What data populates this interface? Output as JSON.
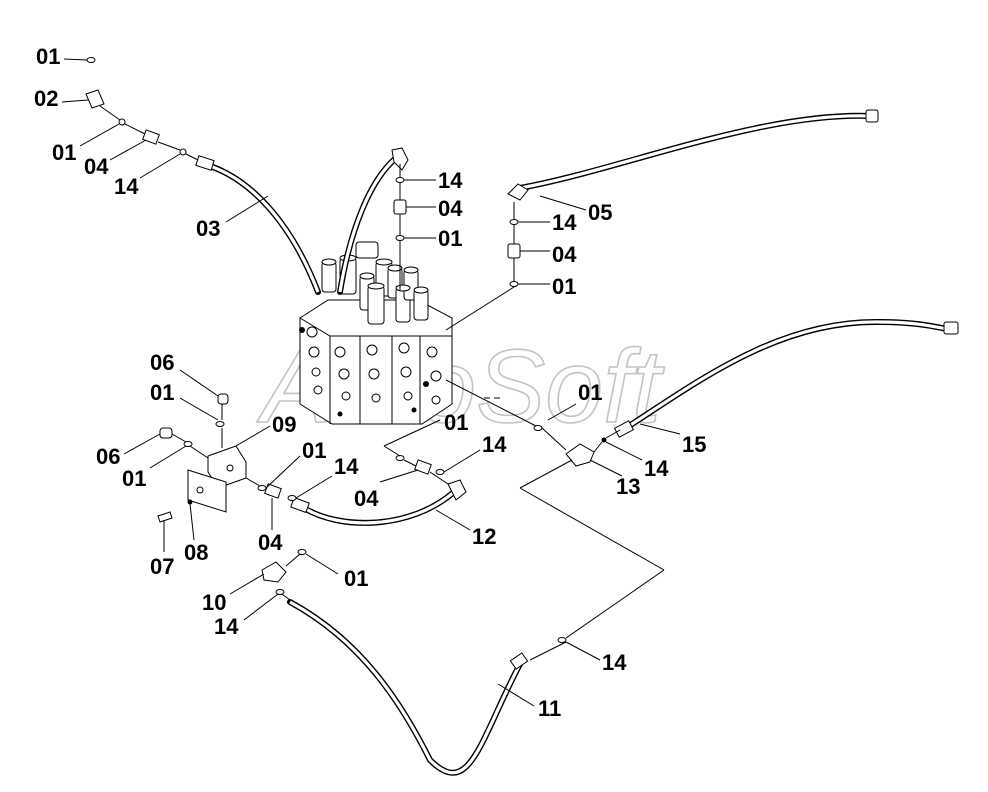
{
  "watermark": "AutoSoft",
  "callouts": [
    {
      "id": "c01a",
      "label": "01"
    },
    {
      "id": "c02",
      "label": "02"
    },
    {
      "id": "c01b",
      "label": "01"
    },
    {
      "id": "c04a",
      "label": "04"
    },
    {
      "id": "c14a",
      "label": "14"
    },
    {
      "id": "c03",
      "label": "03"
    },
    {
      "id": "c14b",
      "label": "14"
    },
    {
      "id": "c04b",
      "label": "04"
    },
    {
      "id": "c01c",
      "label": "01"
    },
    {
      "id": "c05",
      "label": "05"
    },
    {
      "id": "c14c",
      "label": "14"
    },
    {
      "id": "c04c",
      "label": "04"
    },
    {
      "id": "c01d",
      "label": "01"
    },
    {
      "id": "c06a",
      "label": "06"
    },
    {
      "id": "c01e",
      "label": "01"
    },
    {
      "id": "c09",
      "label": "09"
    },
    {
      "id": "c06b",
      "label": "06"
    },
    {
      "id": "c01f",
      "label": "01"
    },
    {
      "id": "c01g",
      "label": "01"
    },
    {
      "id": "c01h",
      "label": "01"
    },
    {
      "id": "c01i",
      "label": "01"
    },
    {
      "id": "c14d",
      "label": "14"
    },
    {
      "id": "c14e",
      "label": "14"
    },
    {
      "id": "c15",
      "label": "15"
    },
    {
      "id": "c13",
      "label": "13"
    },
    {
      "id": "c14f",
      "label": "14"
    },
    {
      "id": "c04d",
      "label": "04"
    },
    {
      "id": "c04e",
      "label": "04"
    },
    {
      "id": "c12",
      "label": "12"
    },
    {
      "id": "c07",
      "label": "07"
    },
    {
      "id": "c08",
      "label": "08"
    },
    {
      "id": "c01j",
      "label": "01"
    },
    {
      "id": "c10",
      "label": "10"
    },
    {
      "id": "c14g",
      "label": "14"
    },
    {
      "id": "c14h",
      "label": "14"
    },
    {
      "id": "c11",
      "label": "11"
    }
  ]
}
